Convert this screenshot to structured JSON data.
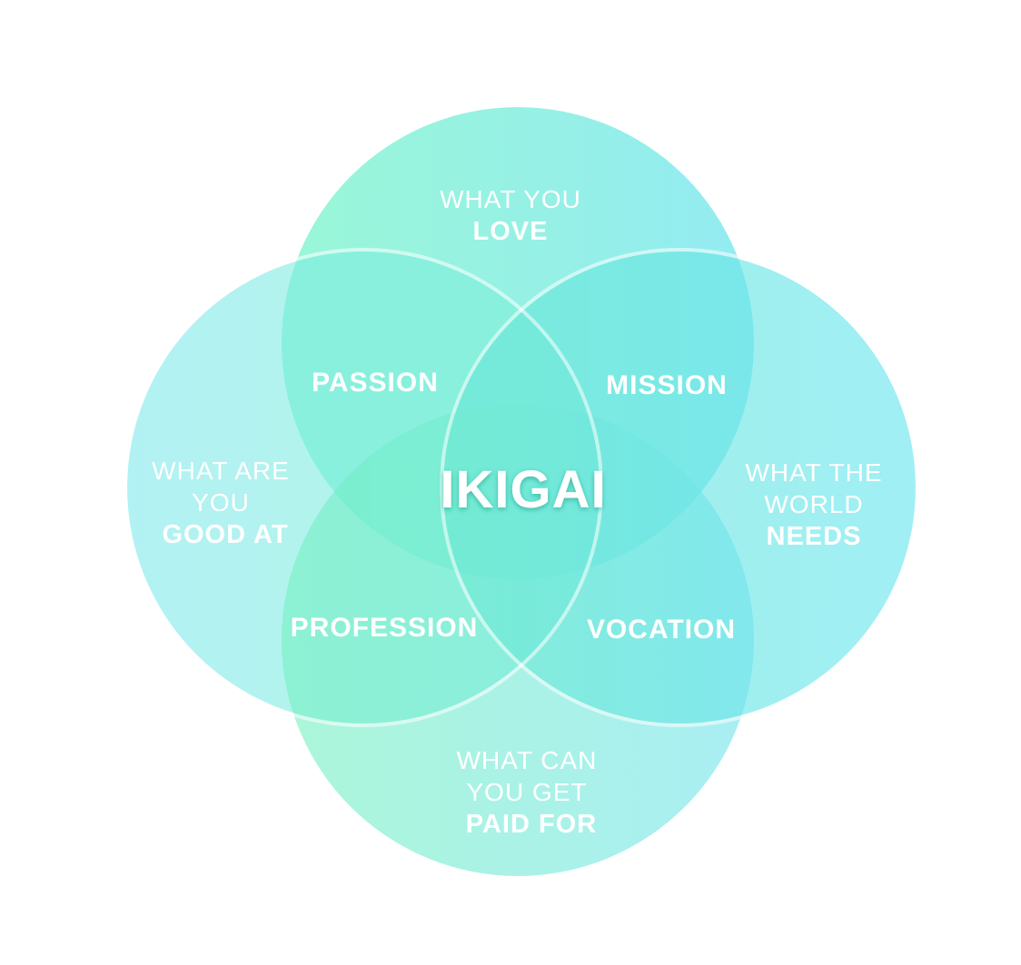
{
  "center_label": "IKIGAI",
  "circles": {
    "love": {
      "line1": "WHAT YOU",
      "line2": "LOVE"
    },
    "good_at": {
      "line1": "WHAT ARE",
      "line2": "YOU",
      "line3": "GOOD AT"
    },
    "world_needs": {
      "line1": "WHAT THE",
      "line2": "WORLD",
      "line3": "NEEDS"
    },
    "paid_for": {
      "line1": "WHAT CAN",
      "line2": "YOU GET",
      "line3": "PAID FOR"
    }
  },
  "overlaps": {
    "passion": "PASSION",
    "mission": "MISSION",
    "profession": "PROFESSION",
    "vocation": "VOCATION"
  },
  "colors": {
    "green": "#7ff0c8",
    "cyan": "#72e8ec",
    "center_text_shadow": "#1aa88a"
  }
}
